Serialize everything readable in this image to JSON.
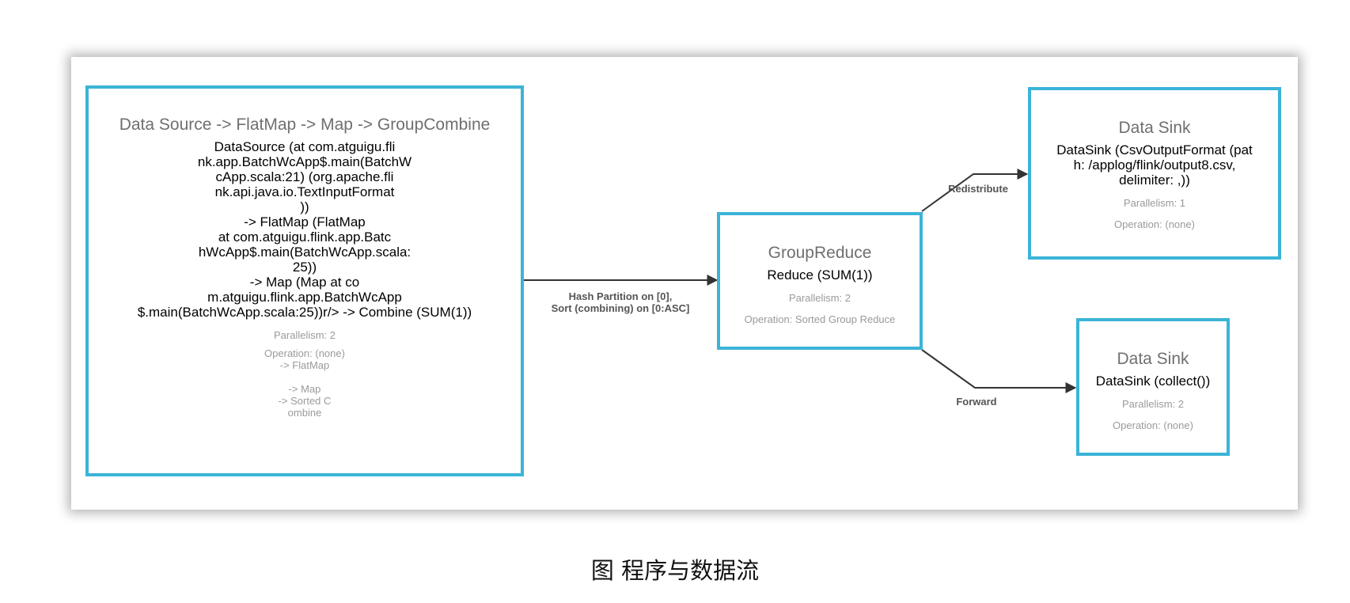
{
  "nodes": {
    "source": {
      "title": "Data Source -> FlatMap -> Map -> GroupCombine",
      "description": "DataSource (at com.atguigu.fli\nnk.app.BatchWcApp$.main(BatchW\ncApp.scala:21) (org.apache.fli\nnk.api.java.io.TextInputFormat\n))\n-> FlatMap (FlatMap\nat com.atguigu.flink.app.Batc\nhWcApp$.main(BatchWcApp.scala:\n25))\n-> Map (Map at co\nm.atguigu.flink.app.BatchWcApp\n$.main(BatchWcApp.scala:25))r/> -> Combine (SUM(1))",
      "parallelism": "Parallelism: 2",
      "operation": "Operation: (none)\n-> FlatMap\n\n-> Map\n-> Sorted C\nombine"
    },
    "reduce": {
      "title": "GroupReduce",
      "description": "Reduce (SUM(1))",
      "parallelism": "Parallelism: 2",
      "operation": "Operation: Sorted Group Reduce"
    },
    "sink_csv": {
      "title": "Data Sink",
      "description": "DataSink (CsvOutputFormat (pat\nh: /applog/flink/output8.csv,\ndelimiter: ,))",
      "parallelism": "Parallelism: 1",
      "operation": "Operation: (none)"
    },
    "sink_collect": {
      "title": "Data Sink",
      "description": "DataSink (collect())",
      "parallelism": "Parallelism: 2",
      "operation": "Operation: (none)"
    }
  },
  "edges": {
    "hash_partition": "Hash Partition on [0],\nSort (combining) on [0:ASC]",
    "redistribute": "Redistribute",
    "forward": "Forward"
  },
  "colors": {
    "node_border": "#3bb4d7",
    "edge": "#333333"
  },
  "caption": "图  程序与数据流"
}
